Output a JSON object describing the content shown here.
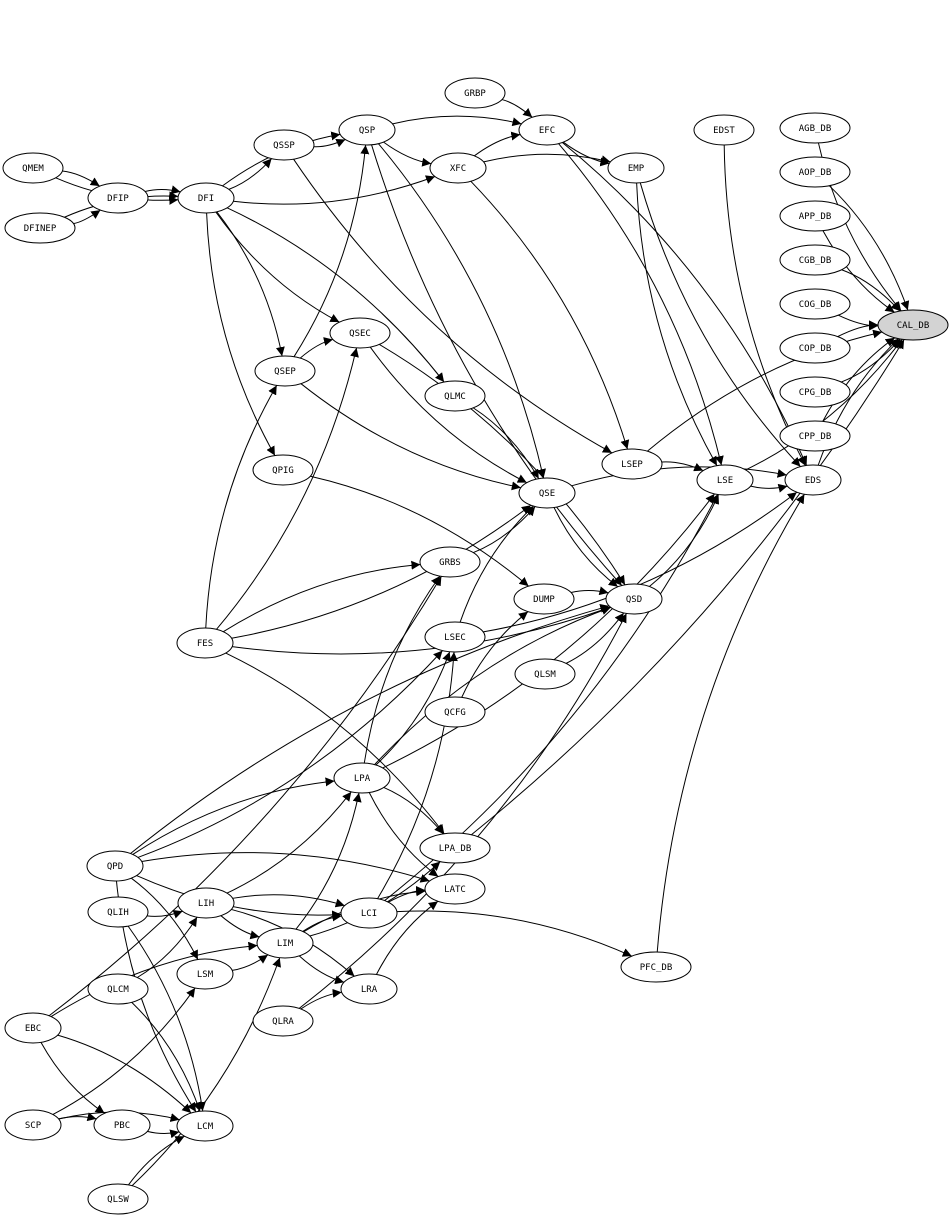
{
  "nodes": [
    {
      "id": "GRBP",
      "label": "GRBP"
    },
    {
      "id": "EFC",
      "label": "EFC"
    },
    {
      "id": "EDST",
      "label": "EDST"
    },
    {
      "id": "AGB_DB",
      "label": "AGB_DB"
    },
    {
      "id": "QSSP",
      "label": "QSSP"
    },
    {
      "id": "QSP",
      "label": "QSP"
    },
    {
      "id": "XFC",
      "label": "XFC"
    },
    {
      "id": "EMP",
      "label": "EMP"
    },
    {
      "id": "AOP_DB",
      "label": "AOP_DB"
    },
    {
      "id": "QMEM",
      "label": "QMEM"
    },
    {
      "id": "DFIP",
      "label": "DFIP"
    },
    {
      "id": "DFI",
      "label": "DFI"
    },
    {
      "id": "APP_DB",
      "label": "APP_DB"
    },
    {
      "id": "DFINEP",
      "label": "DFINEP"
    },
    {
      "id": "CGB_DB",
      "label": "CGB_DB"
    },
    {
      "id": "COG_DB",
      "label": "COG_DB"
    },
    {
      "id": "CAL_DB",
      "label": "CAL_DB",
      "highlight": true
    },
    {
      "id": "QSEC",
      "label": "QSEC"
    },
    {
      "id": "COP_DB",
      "label": "COP_DB"
    },
    {
      "id": "QSEP",
      "label": "QSEP"
    },
    {
      "id": "QLMC",
      "label": "QLMC"
    },
    {
      "id": "CPG_DB",
      "label": "CPG_DB"
    },
    {
      "id": "CPP_DB",
      "label": "CPP_DB"
    },
    {
      "id": "LSEP",
      "label": "LSEP"
    },
    {
      "id": "QPIG",
      "label": "QPIG"
    },
    {
      "id": "LSE",
      "label": "LSE"
    },
    {
      "id": "EDS",
      "label": "EDS"
    },
    {
      "id": "QSE",
      "label": "QSE"
    },
    {
      "id": "GRBS",
      "label": "GRBS"
    },
    {
      "id": "DUMP",
      "label": "DUMP"
    },
    {
      "id": "QSD",
      "label": "QSD"
    },
    {
      "id": "FES",
      "label": "FES"
    },
    {
      "id": "LSEC",
      "label": "LSEC"
    },
    {
      "id": "QLSM",
      "label": "QLSM"
    },
    {
      "id": "QCFG",
      "label": "QCFG"
    },
    {
      "id": "LPA",
      "label": "LPA"
    },
    {
      "id": "LPA_DB",
      "label": "LPA_DB"
    },
    {
      "id": "QPD",
      "label": "QPD"
    },
    {
      "id": "LATC",
      "label": "LATC"
    },
    {
      "id": "LIH",
      "label": "LIH"
    },
    {
      "id": "QLIH",
      "label": "QLIH"
    },
    {
      "id": "LCI",
      "label": "LCI"
    },
    {
      "id": "LIM",
      "label": "LIM"
    },
    {
      "id": "PFC_DB",
      "label": "PFC_DB"
    },
    {
      "id": "LSM",
      "label": "LSM"
    },
    {
      "id": "QLCM",
      "label": "QLCM"
    },
    {
      "id": "LRA",
      "label": "LRA"
    },
    {
      "id": "QLRA",
      "label": "QLRA"
    },
    {
      "id": "EBC",
      "label": "EBC"
    },
    {
      "id": "SCP",
      "label": "SCP"
    },
    {
      "id": "PBC",
      "label": "PBC"
    },
    {
      "id": "LCM",
      "label": "LCM"
    },
    {
      "id": "QLSW",
      "label": "QLSW"
    }
  ],
  "edges": [
    [
      "GRBP",
      "EFC"
    ],
    [
      "QSSP",
      "QSP"
    ],
    [
      "QSP",
      "EFC"
    ],
    [
      "QSP",
      "XFC"
    ],
    [
      "XFC",
      "EFC"
    ],
    [
      "EFC",
      "EMP"
    ],
    [
      "XFC",
      "EMP"
    ],
    [
      "DFI",
      "QSSP"
    ],
    [
      "DFI",
      "QSP"
    ],
    [
      "DFI",
      "XFC"
    ],
    [
      "QMEM",
      "DFIP"
    ],
    [
      "QMEM",
      "DFI"
    ],
    [
      "DFIP",
      "DFI"
    ],
    [
      "DFINEP",
      "DFIP"
    ],
    [
      "DFINEP",
      "DFI"
    ],
    [
      "DFI",
      "QSEC"
    ],
    [
      "DFI",
      "QSEP"
    ],
    [
      "DFI",
      "QPIG"
    ],
    [
      "DFI",
      "QLMC"
    ],
    [
      "QSEP",
      "QSP"
    ],
    [
      "QSEP",
      "QSEC"
    ],
    [
      "QSEP",
      "QSE"
    ],
    [
      "QLMC",
      "QSE"
    ],
    [
      "QSEC",
      "QSE"
    ],
    [
      "QSEC",
      "QSD"
    ],
    [
      "QSP",
      "QSD"
    ],
    [
      "QSP",
      "QSE"
    ],
    [
      "EMP",
      "LSE"
    ],
    [
      "EFC",
      "LSE"
    ],
    [
      "EMP",
      "EDS"
    ],
    [
      "EFC",
      "EDS"
    ],
    [
      "EDST",
      "EDS"
    ],
    [
      "XFC",
      "LSEP"
    ],
    [
      "QSSP",
      "LSEP"
    ],
    [
      "LSEP",
      "LSE"
    ],
    [
      "LSE",
      "EDS"
    ],
    [
      "EDS",
      "CAL_DB"
    ],
    [
      "AGB_DB",
      "CAL_DB"
    ],
    [
      "AOP_DB",
      "CAL_DB"
    ],
    [
      "APP_DB",
      "CAL_DB"
    ],
    [
      "CGB_DB",
      "CAL_DB"
    ],
    [
      "COG_DB",
      "CAL_DB"
    ],
    [
      "COP_DB",
      "CAL_DB"
    ],
    [
      "CPG_DB",
      "CAL_DB"
    ],
    [
      "CPP_DB",
      "CAL_DB"
    ],
    [
      "LSE",
      "CAL_DB"
    ],
    [
      "LSEP",
      "CAL_DB"
    ],
    [
      "QSE",
      "QSD"
    ],
    [
      "QSE",
      "EDS"
    ],
    [
      "QSD",
      "LSE"
    ],
    [
      "DUMP",
      "QSD"
    ],
    [
      "QLSM",
      "QSD"
    ],
    [
      "QCFG",
      "DUMP"
    ],
    [
      "GRBS",
      "QSE"
    ],
    [
      "FES",
      "QSEP"
    ],
    [
      "FES",
      "QSEC"
    ],
    [
      "FES",
      "GRBS"
    ],
    [
      "FES",
      "QSE"
    ],
    [
      "FES",
      "LPA_DB"
    ],
    [
      "FES",
      "QSD"
    ],
    [
      "LSEC",
      "QSE"
    ],
    [
      "LSEC",
      "EDS"
    ],
    [
      "LPA",
      "GRBS"
    ],
    [
      "LPA",
      "LSEC"
    ],
    [
      "LPA",
      "LPA_DB"
    ],
    [
      "LPA",
      "LATC"
    ],
    [
      "LPA",
      "QSD"
    ],
    [
      "LPA",
      "LSE"
    ],
    [
      "QPD",
      "LPA"
    ],
    [
      "QPD",
      "LSEC"
    ],
    [
      "QPD",
      "LATC"
    ],
    [
      "QPD",
      "LCI"
    ],
    [
      "QPD",
      "LSM"
    ],
    [
      "QPD",
      "LCM"
    ],
    [
      "QPD",
      "QSD"
    ],
    [
      "LIH",
      "LIM"
    ],
    [
      "LIH",
      "LCI"
    ],
    [
      "LIH",
      "LPA"
    ],
    [
      "LIH",
      "LRA"
    ],
    [
      "QLIH",
      "LIH"
    ],
    [
      "QLIH",
      "LCM"
    ],
    [
      "LIM",
      "LPA"
    ],
    [
      "LIM",
      "LCI"
    ],
    [
      "LIM",
      "LRA"
    ],
    [
      "LIM",
      "LATC"
    ],
    [
      "LIM",
      "LPA_DB"
    ],
    [
      "LCI",
      "LATC"
    ],
    [
      "LCI",
      "LSEC"
    ],
    [
      "LCI",
      "PFC_DB"
    ],
    [
      "LCI",
      "LSE"
    ],
    [
      "LRA",
      "LATC"
    ],
    [
      "LSM",
      "LIM"
    ],
    [
      "QLCM",
      "LCM"
    ],
    [
      "QLCM",
      "LIH"
    ],
    [
      "QLRA",
      "LRA"
    ],
    [
      "QLRA",
      "QSD"
    ],
    [
      "EBC",
      "LCM"
    ],
    [
      "EBC",
      "PBC"
    ],
    [
      "EBC",
      "LIM"
    ],
    [
      "EBC",
      "GRBS"
    ],
    [
      "SCP",
      "PBC"
    ],
    [
      "SCP",
      "LSM"
    ],
    [
      "SCP",
      "LCM"
    ],
    [
      "PBC",
      "LCM"
    ],
    [
      "QLSW",
      "LCM"
    ],
    [
      "QLSW",
      "LIM"
    ],
    [
      "PFC_DB",
      "EDS"
    ],
    [
      "LPA_DB",
      "CAL_DB"
    ],
    [
      "QPIG",
      "DUMP"
    ]
  ],
  "colors": {
    "highlight_fill": "#d3d3d3",
    "node_fill": "#ffffff",
    "stroke": "#000000"
  }
}
